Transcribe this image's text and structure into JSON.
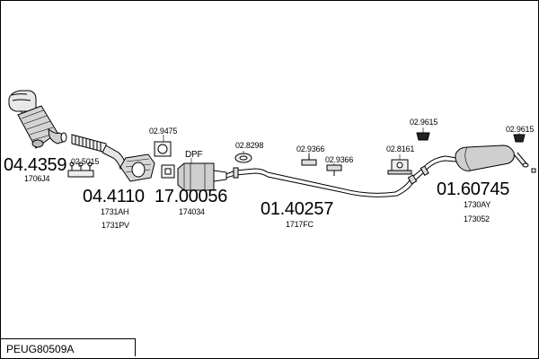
{
  "diagram": {
    "reference_code": "PEUG80509A",
    "part_numbers": {
      "manifold_cat": "04.4359",
      "front_pipe": "04.4110",
      "dpf": "17.00056",
      "middle_pipe": "01.40257",
      "rear_silencer": "01.60745"
    },
    "small_codes": {
      "c_1706J4": "1706J4",
      "c_1731AH": "1731AH",
      "c_1731PV": "1731PV",
      "c_174034": "174034",
      "c_1717FC": "1717FC",
      "c_1730AY": "1730AY",
      "c_173052": "173052"
    },
    "accessory_codes": {
      "a_25015": "02.5015",
      "a_29475": "02.9475",
      "a_28298": "02.8298",
      "a_29366_a": "02.9366",
      "a_29366_b": "02.9366",
      "a_28161": "02.8161",
      "a_29615_a": "02.9615",
      "a_29615_b": "02.9615"
    },
    "dpf_label": "DPF"
  }
}
